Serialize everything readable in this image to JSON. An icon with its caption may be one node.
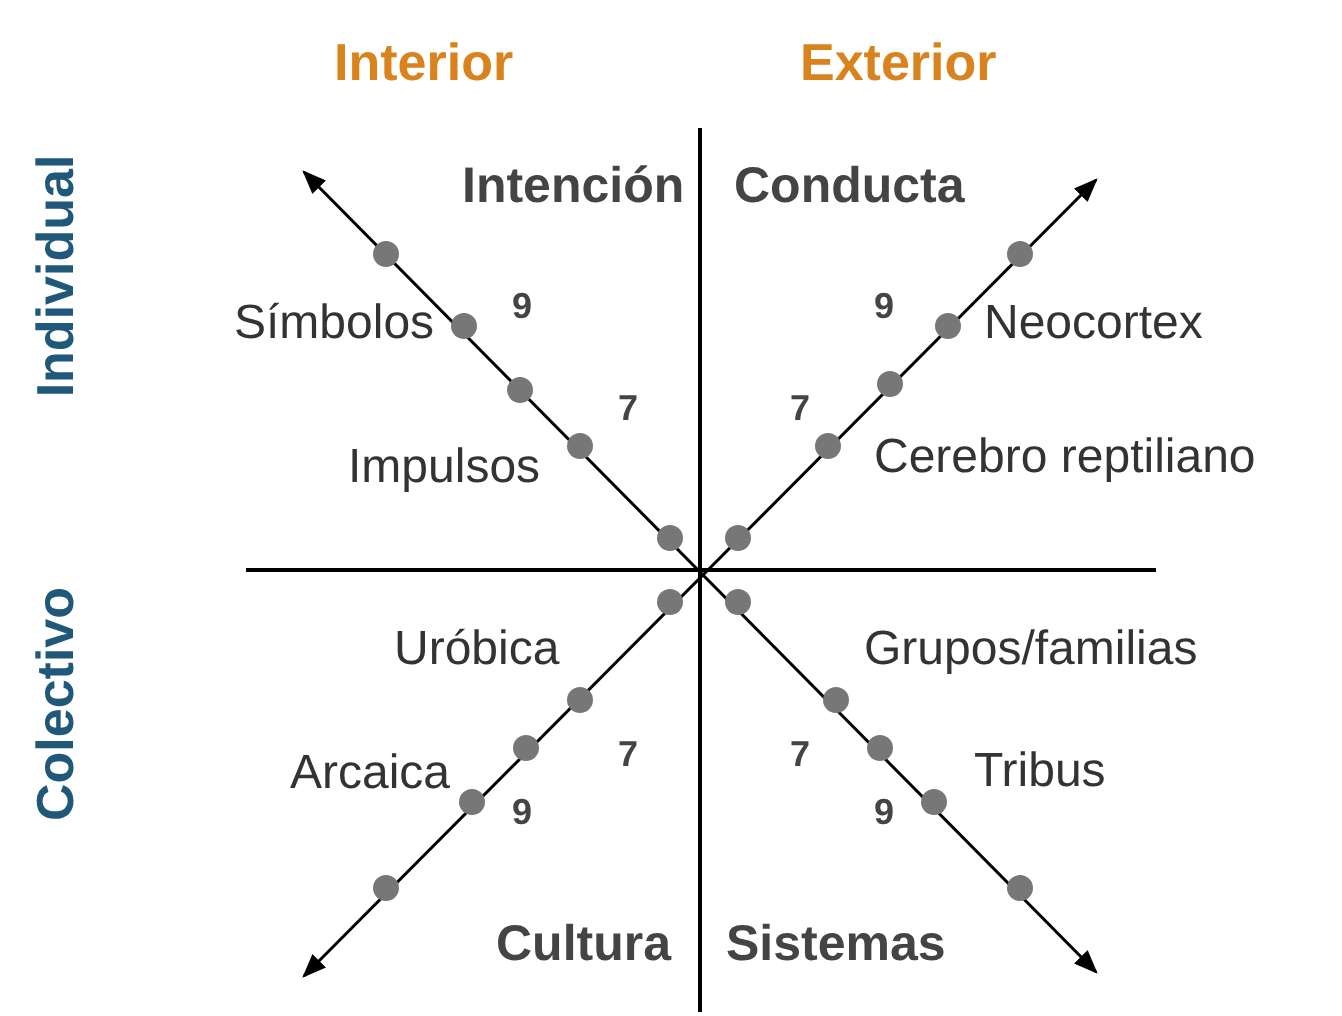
{
  "diagram": {
    "labels": [
      "Interior",
      "Exterior",
      "Individual",
      "Intención",
      "Conducta",
      "9",
      "Símbolos",
      "9",
      "Neocortex",
      "7",
      "7",
      "Impulsos",
      "Cerebro reptiliano",
      "Colectivo",
      "Uróbica",
      "Grupos/familias",
      "7",
      "7",
      "Arcaica",
      "Tribus",
      "9",
      "9",
      "Cultura",
      "Sistemas"
    ]
  }
}
